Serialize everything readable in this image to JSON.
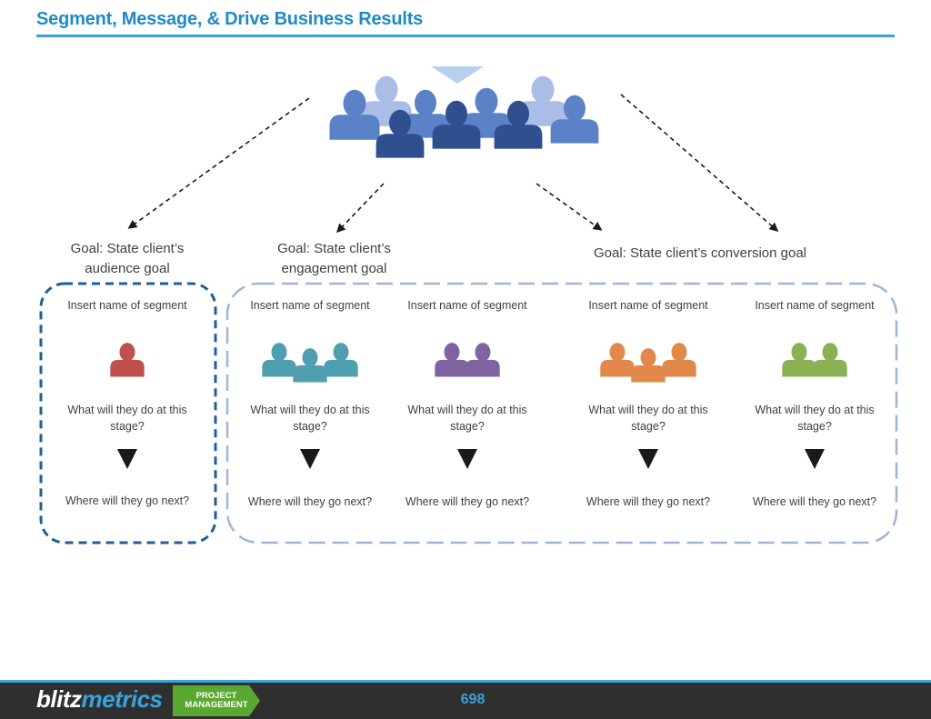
{
  "header": {
    "title": "Segment, Message, & Drive Business Results"
  },
  "goals": [
    {
      "text": "Goal: State client’s audience goal"
    },
    {
      "text": "Goal: State client’s engagement goal"
    },
    {
      "text": "Goal: State client’s conversion goal"
    }
  ],
  "segments": [
    {
      "name": "Insert name of segment",
      "question": "What will they do at this stage?",
      "next": "Where will they go next?",
      "color": "#c0504d",
      "people": 1
    },
    {
      "name": "Insert name of segment",
      "question": "What will they do at this stage?",
      "next": "Where will they go next?",
      "color": "#4f9fb0",
      "people": 3
    },
    {
      "name": "Insert name of segment",
      "question": "What will they do at this stage?",
      "next": "Where will they go next?",
      "color": "#8064a2",
      "people": 2
    },
    {
      "name": "Insert name of segment",
      "question": "What will they do at this stage?",
      "next": "Where will they go next?",
      "color": "#e0894a",
      "people": 3
    },
    {
      "name": "Insert name of segment",
      "question": "What will they do at this stage?",
      "next": "Where will they go next?",
      "color": "#8cb054",
      "people": 2
    }
  ],
  "colors": {
    "accent": "#1f8ac6",
    "audience_box": "#1f5f99",
    "engagement_box": "#9db5db",
    "crowd_dark": "#2f4f8f",
    "crowd_mid": "#5b82c6",
    "crowd_light": "#a9bde6"
  },
  "footer": {
    "brand_part1": "blitz",
    "brand_part2": "metrics",
    "badge_line1": "PROJECT",
    "badge_line2": "MANAGEMENT",
    "page_number": "698"
  }
}
